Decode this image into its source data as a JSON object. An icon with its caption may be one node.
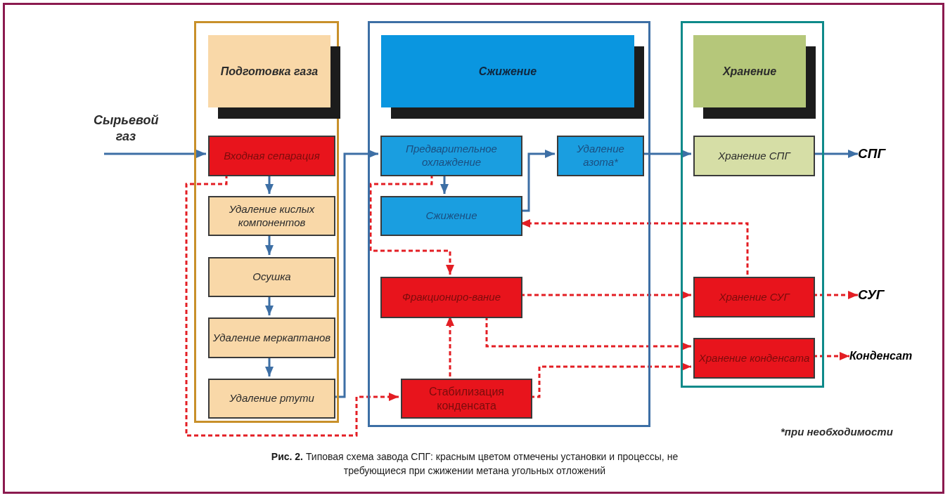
{
  "diagram": {
    "caption": "**Рис. 2.** Типовая схема завода СПГ: красным цветом отмечены установки и процессы, не требующиеся при сжижении метана угольных отложений",
    "nodes": [
      {
        "text": [],
        "shape": "box"
      },
      {
        "text": [
          "Подготовка газа"
        ],
        "in": 0
      },
      {
        "text": [
          "Входная сепарация"
        ],
        "in": 0
      },
      {
        "text": [
          "Удаление кислых компонентов"
        ],
        "in": 0
      },
      {
        "text": [
          "Осушка"
        ],
        "in": 0
      },
      {
        "text": [
          "Удаление меркаптанов"
        ],
        "in": 0
      },
      {
        "text": [
          "Удаление ртути"
        ],
        "in": 0
      },
      {
        "text": [],
        "shape": "box"
      },
      {
        "text": [
          "Сжижение"
        ],
        "in": 7
      },
      {
        "text": [
          "Предварительное охлаждение"
        ],
        "in": 7
      },
      {
        "text": [
          "Удаление азота*"
        ],
        "in": 7
      },
      {
        "text": [
          "Сжижение"
        ],
        "in": 7
      },
      {
        "text": [
          "Фракциониро-вание"
        ],
        "in": 7
      },
      {
        "text": [
          "Стабилизация конденсата"
        ],
        "in": 7
      },
      {
        "text": [],
        "shape": "box"
      },
      {
        "text": [
          "Хранение"
        ],
        "in": 14
      },
      {
        "text": [
          "Хранение СПГ"
        ],
        "in": 14
      },
      {
        "text": [
          "Хранение СУГ"
        ],
        "in": 14
      },
      {
        "text": [
          "Хранение конденсата"
        ],
        "in": 14
      },
      {
        "text": [
          "СПГ"
        ]
      },
      {
        "text": [
          "СУГ"
        ]
      },
      {
        "text": [
          "Конденсат"
        ]
      }
    ],
    "edges": [
      {
        "from": null,
        "to": 2,
        "arrow": "to",
        "label": "Сырьевой газ"
      },
      {
        "from": 2,
        "to": 3,
        "arrow": "to"
      },
      {
        "from": 3,
        "to": 4,
        "arrow": "to"
      },
      {
        "from": 4,
        "to": 5,
        "arrow": "to"
      },
      {
        "from": 5,
        "to": 6,
        "arrow": "to"
      },
      {
        "from": 6,
        "to": 9,
        "arrow": "to"
      },
      {
        "from": 9,
        "to": 11,
        "arrow": "to"
      },
      {
        "from": 11,
        "to": 10,
        "arrow": "to"
      },
      {
        "from": 10,
        "to": 16,
        "arrow": "to"
      },
      {
        "from": 16,
        "to": 19,
        "arrow": "to"
      },
      {
        "from": 2,
        "to": 13,
        "arrow": "to",
        "style": "dashed",
        "color": "#e31e24"
      },
      {
        "from": 9,
        "to": 12,
        "arrow": "to",
        "style": "dashed",
        "color": "#e31e24"
      },
      {
        "from": 13,
        "to": 12,
        "arrow": "to",
        "style": "dashed",
        "color": "#e31e24"
      },
      {
        "from": 12,
        "to": 17,
        "arrow": "to",
        "style": "dashed",
        "color": "#e31e24"
      },
      {
        "from": 12,
        "to": 18,
        "arrow": "to",
        "style": "dashed",
        "color": "#e31e24"
      },
      {
        "from": 13,
        "to": 18,
        "arrow": "to",
        "style": "dashed",
        "color": "#e31e24"
      },
      {
        "from": 17,
        "to": 11,
        "arrow": "to",
        "style": "dashed",
        "color": "#e31e24"
      },
      {
        "from": 17,
        "to": 20,
        "arrow": "to",
        "style": "dashed",
        "color": "#e31e24"
      },
      {
        "from": 18,
        "to": 21,
        "arrow": "to",
        "style": "dashed",
        "color": "#e31e24"
      }
    ],
    "labels": [
      "*при необходимости"
    ]
  }
}
